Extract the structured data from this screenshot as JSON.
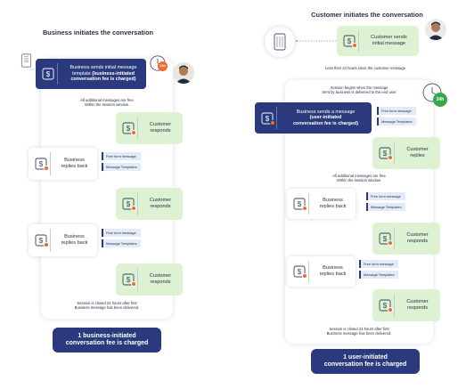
{
  "left": {
    "heading": "Business initiates the conversation",
    "start_message": "Business sends initial message template (business-initiated conversation fee is charged)",
    "start_message_plain": "Business sends initial message template ",
    "start_message_bold": "(business-initiated conversation fee is charged)",
    "clock_badge": "24h",
    "free_note": "All additional messages are free Within the session window.",
    "free_note_l1": "All additional messages are free",
    "free_note_l2": "Within the session window.",
    "customer_responds": "Customer responds",
    "customer_responds_l1": "Customer",
    "customer_responds_l2": "responds",
    "business_replies_l1": "Business",
    "business_replies_l2": "replies back",
    "option_free_form": "Free form message",
    "option_templates": "Message Templates",
    "closing_note_l1": "Session is closed 24 hours after first",
    "closing_note_l2": "Business message has been delivered.",
    "result_l1": "1 business-initiated",
    "result_l2": "conversation fee is charged"
  },
  "right": {
    "heading": "Customer initiates the conversation",
    "customer_sends_l1": "Customer sends",
    "customer_sends_l2": "initial message",
    "timing_note": "Less then 24 hours since the customer message",
    "session_note_l1": "Session begins when the message",
    "session_note_l2": "Sent by business is delivered to the end user",
    "clock_badge": "24h",
    "business_message_l1": "Business sends a message",
    "business_message_l2": "(user-initiated",
    "business_message_l3": "conversation fee is charged)",
    "free_note_l1": "All additional messages are free",
    "free_note_l2": "Within the session window.",
    "customer_replies_l1": "Customer",
    "customer_replies_l2": "replies",
    "customer_responds_l1": "Customer",
    "customer_responds_l2": "responds",
    "business_replies_l1": "Business",
    "business_replies_l2": "replies back",
    "option_free_form": "Free form message",
    "option_templates": "Message Templates",
    "closing_note_l1": "Session is closed 24 hours after first",
    "closing_note_l2": "Business message has been delivered.",
    "result_l1": "1 user-initiated",
    "result_l2": "conversation fee is charged"
  },
  "colors": {
    "navy": "#2a3a7c",
    "green_box": "#dcf2d3",
    "badge_green": "#3aa64a",
    "badge_orange": "#ee6b2a",
    "option_fill": "#e3ebf8"
  }
}
